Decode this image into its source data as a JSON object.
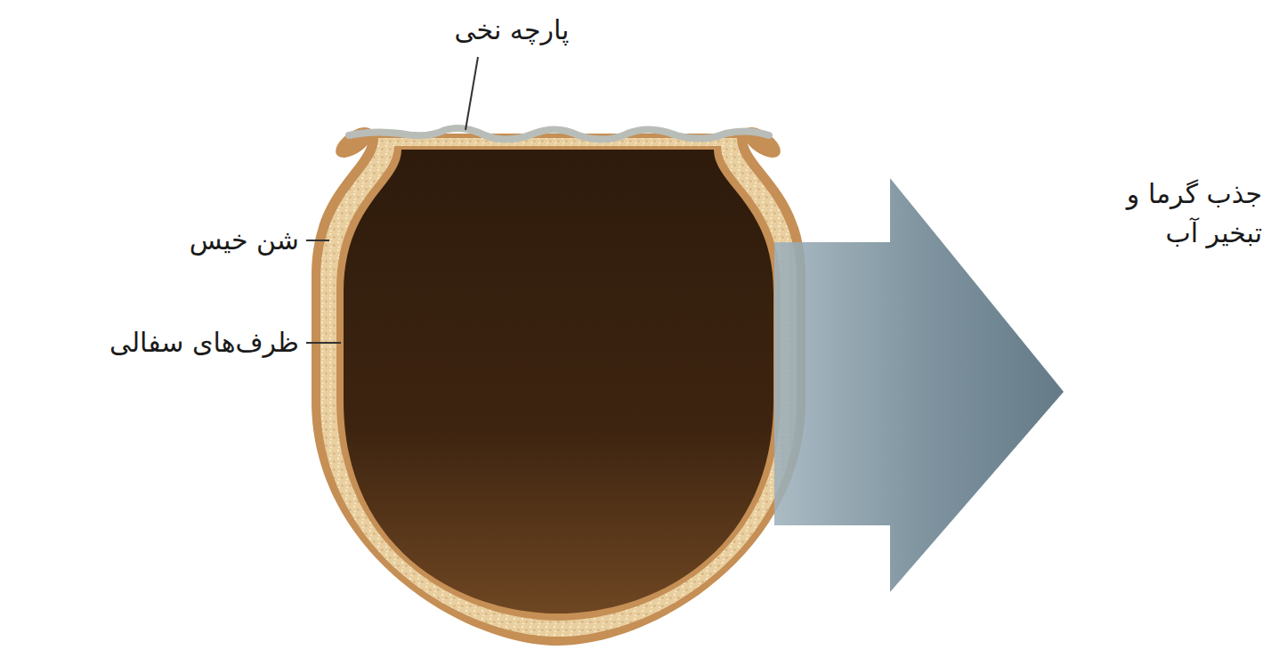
{
  "diagram": {
    "labels": [
      "پارچه نخی",
      "شن خیس",
      "ظرف‌های سفالی",
      "جذب گرما و تبخیر آب"
    ]
  }
}
